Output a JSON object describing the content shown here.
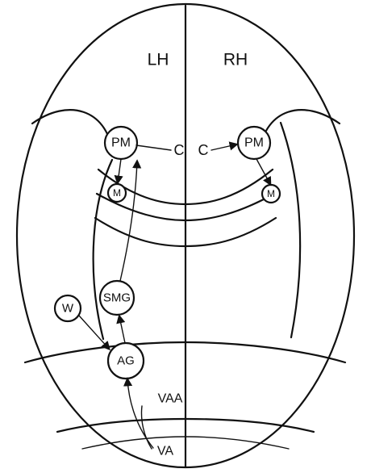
{
  "hemispheres": {
    "left": "LH",
    "right": "RH"
  },
  "nodes": {
    "pm_left": "PM",
    "pm_right": "PM",
    "m_left": "M",
    "m_right": "M",
    "smg": "SMG",
    "w": "W",
    "ag": "AG",
    "vaa": "VAA",
    "va": "VA"
  },
  "commissure": {
    "left": "C",
    "right": "C"
  }
}
